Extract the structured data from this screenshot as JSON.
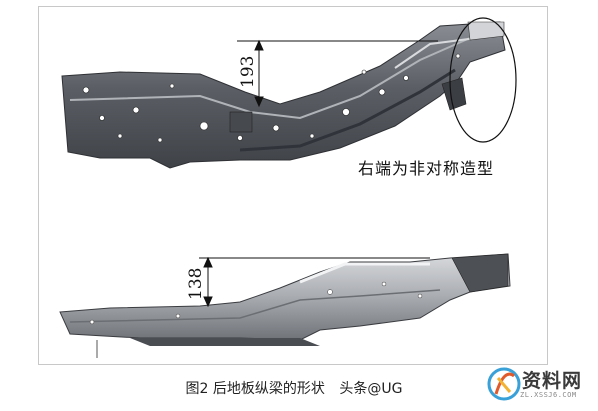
{
  "figure": {
    "dim_top": "193",
    "dim_bottom": "138",
    "annotation": "右端为非对称造型"
  },
  "caption": {
    "figure_title": "图2 后地板纵梁的形状",
    "source": "头条@UG"
  },
  "watermark": {
    "brand": "资料网",
    "url": "ZL.XSSJ6.COM"
  },
  "colors": {
    "beam_dark": "#5a5d62",
    "beam_light": "#b9bcc1",
    "beam_highlight": "#e4e6e9",
    "line": "#111111"
  }
}
